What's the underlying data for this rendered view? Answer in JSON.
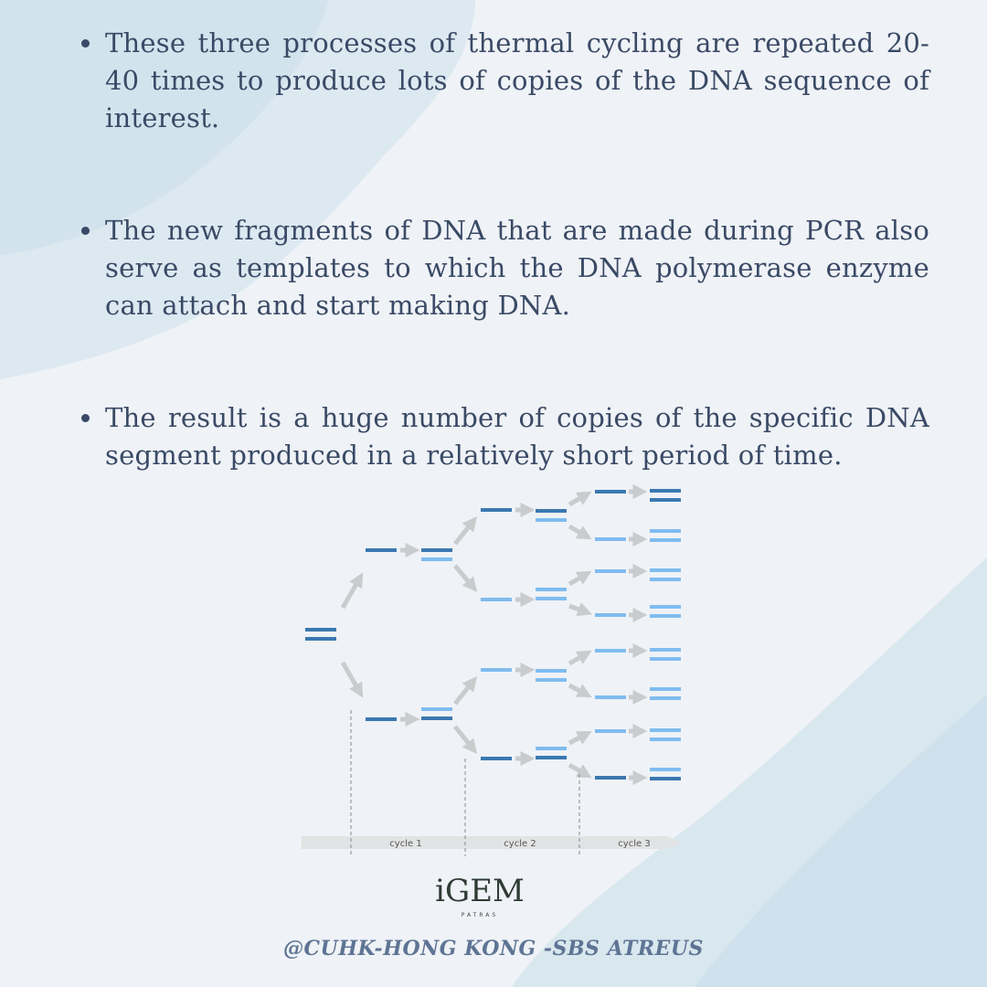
{
  "bullets": [
    "These three processes of thermal cycling are repeated 20-40 times to produce lots of copies of the DNA sequence of interest.",
    "The new fragments of DNA that are made during PCR also serve as templates to which the DNA polymerase enzyme can attach and start making DNA.",
    "The result is a huge number of copies of the specific DNA segment produced in a relatively short period of time."
  ],
  "diagram": {
    "cycle_labels": [
      "cycle 1",
      "cycle 2",
      "cycle 3"
    ],
    "colors": {
      "dark_strand": "#3a78b0",
      "light_strand": "#7fbcf0",
      "arrow": "#c9cbcd",
      "timeline": "#e2e3e4"
    }
  },
  "logo": {
    "text": "iGEM",
    "subtext": "PATRAS"
  },
  "footer": {
    "handle": "@CUHK-HONG KONG -SBS ATREUS"
  }
}
